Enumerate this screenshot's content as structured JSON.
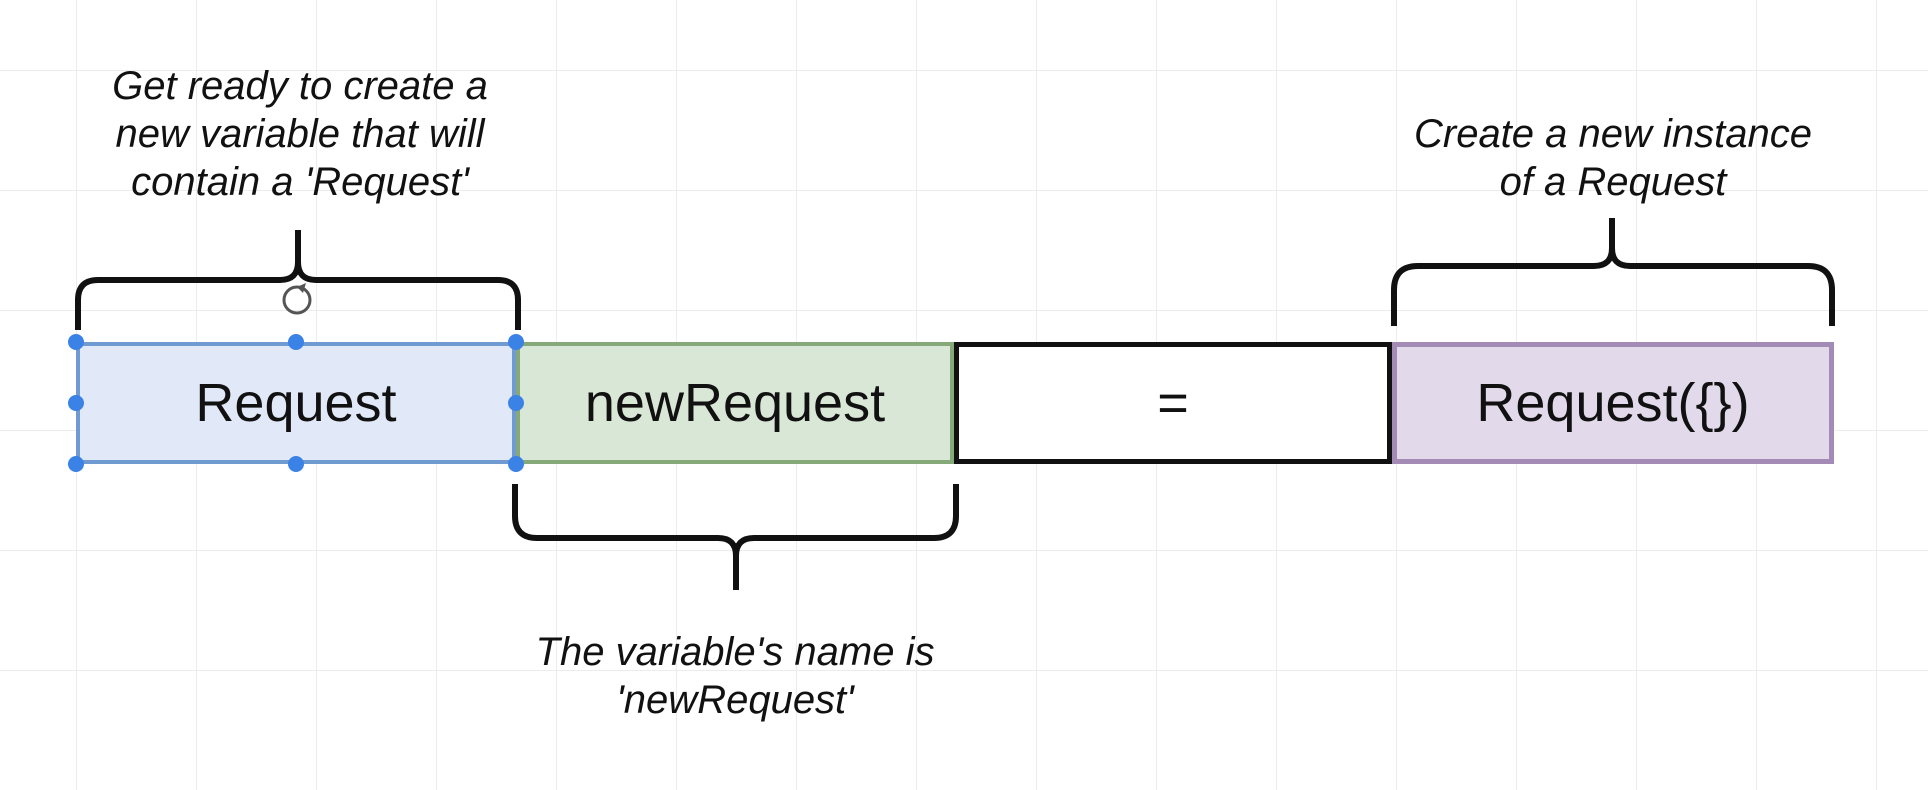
{
  "tokens": {
    "type": "Request",
    "name": "newRequest",
    "equals": "=",
    "instance": "Request({})"
  },
  "notes": {
    "type": [
      "Get ready to create a",
      "new variable that will",
      "contain a 'Request'"
    ],
    "instance": [
      "Create a new instance",
      "of a Request"
    ],
    "name": [
      "The variable's name is",
      "'newRequest'"
    ]
  },
  "selection": {
    "selected_token": "type",
    "handle_color": "#3b82e6",
    "rotate_icon": "rotate-icon"
  },
  "colors": {
    "type_fill": "#e1e9f9",
    "type_border": "#6f9bd1",
    "name_fill": "#d9e7d6",
    "name_border": "#86a97a",
    "instance_fill": "#e2d9ea",
    "instance_border": "#a38bb5"
  }
}
